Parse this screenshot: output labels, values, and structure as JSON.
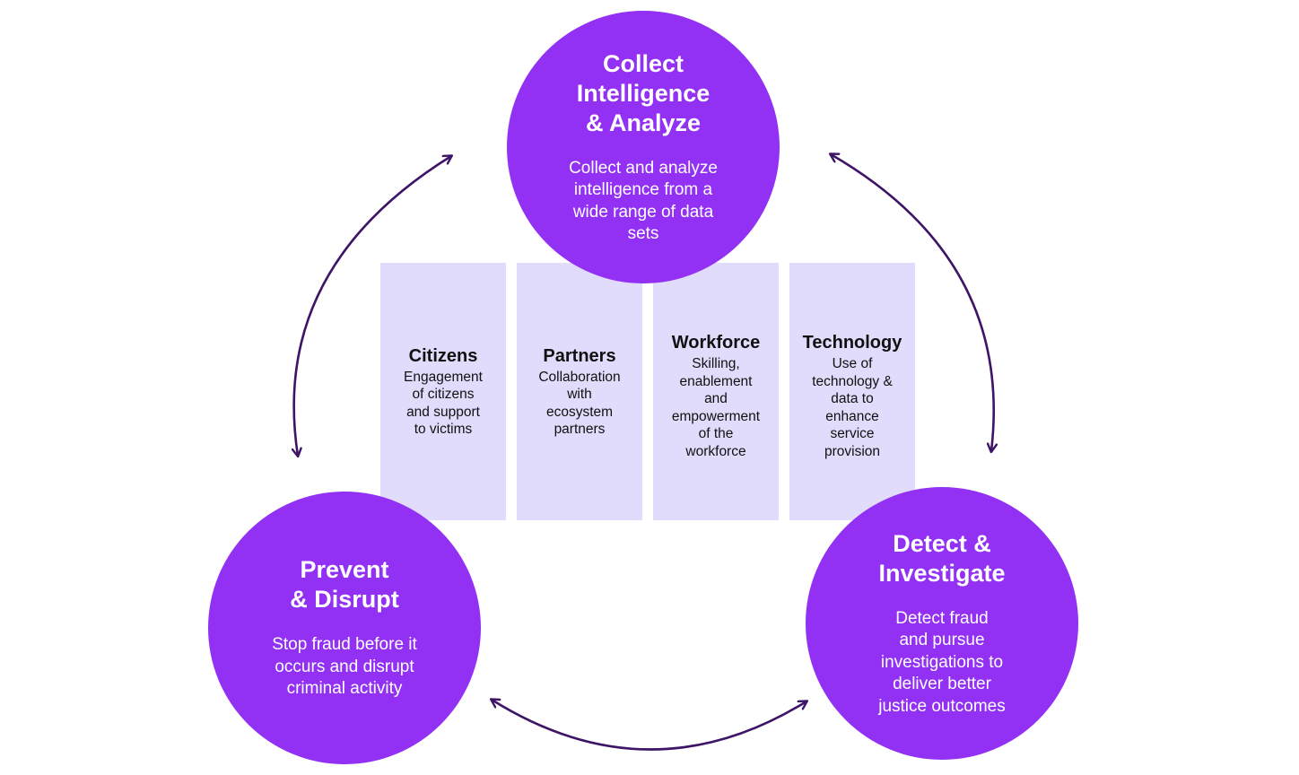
{
  "colors": {
    "circle_fill": "#9231f4",
    "column_fill": "#e1dcfb",
    "arrow": "#3d1466"
  },
  "circles": [
    {
      "id": "collect",
      "title": "Collect\nIntelligence\n& Analyze",
      "body": "Collect and analyze\nintelligence from a\nwide range of data\nsets"
    },
    {
      "id": "prevent",
      "title": "Prevent\n& Disrupt",
      "body": "Stop fraud before it\noccurs and disrupt\ncriminal activity"
    },
    {
      "id": "detect",
      "title": "Detect &\nInvestigate",
      "body": "Detect fraud\nand pursue\ninvestigations to\ndeliver better\njustice outcomes"
    }
  ],
  "pillars": [
    {
      "title": "Citizens",
      "body": "Engagement\nof citizens\nand support\nto victims"
    },
    {
      "title": "Partners",
      "body": "Collaboration\nwith\necosystem\npartners"
    },
    {
      "title": "Workforce",
      "body": "Skilling,\nenablement\nand\nempowerment\nof the\nworkforce"
    },
    {
      "title": "Technology",
      "body": "Use of\ntechnology &\ndata to\nenhance\nservice\nprovision"
    }
  ],
  "connectors": [
    {
      "from": "collect",
      "to": "prevent",
      "type": "bidirectional"
    },
    {
      "from": "collect",
      "to": "detect",
      "type": "bidirectional"
    },
    {
      "from": "prevent",
      "to": "detect",
      "type": "bidirectional"
    }
  ]
}
